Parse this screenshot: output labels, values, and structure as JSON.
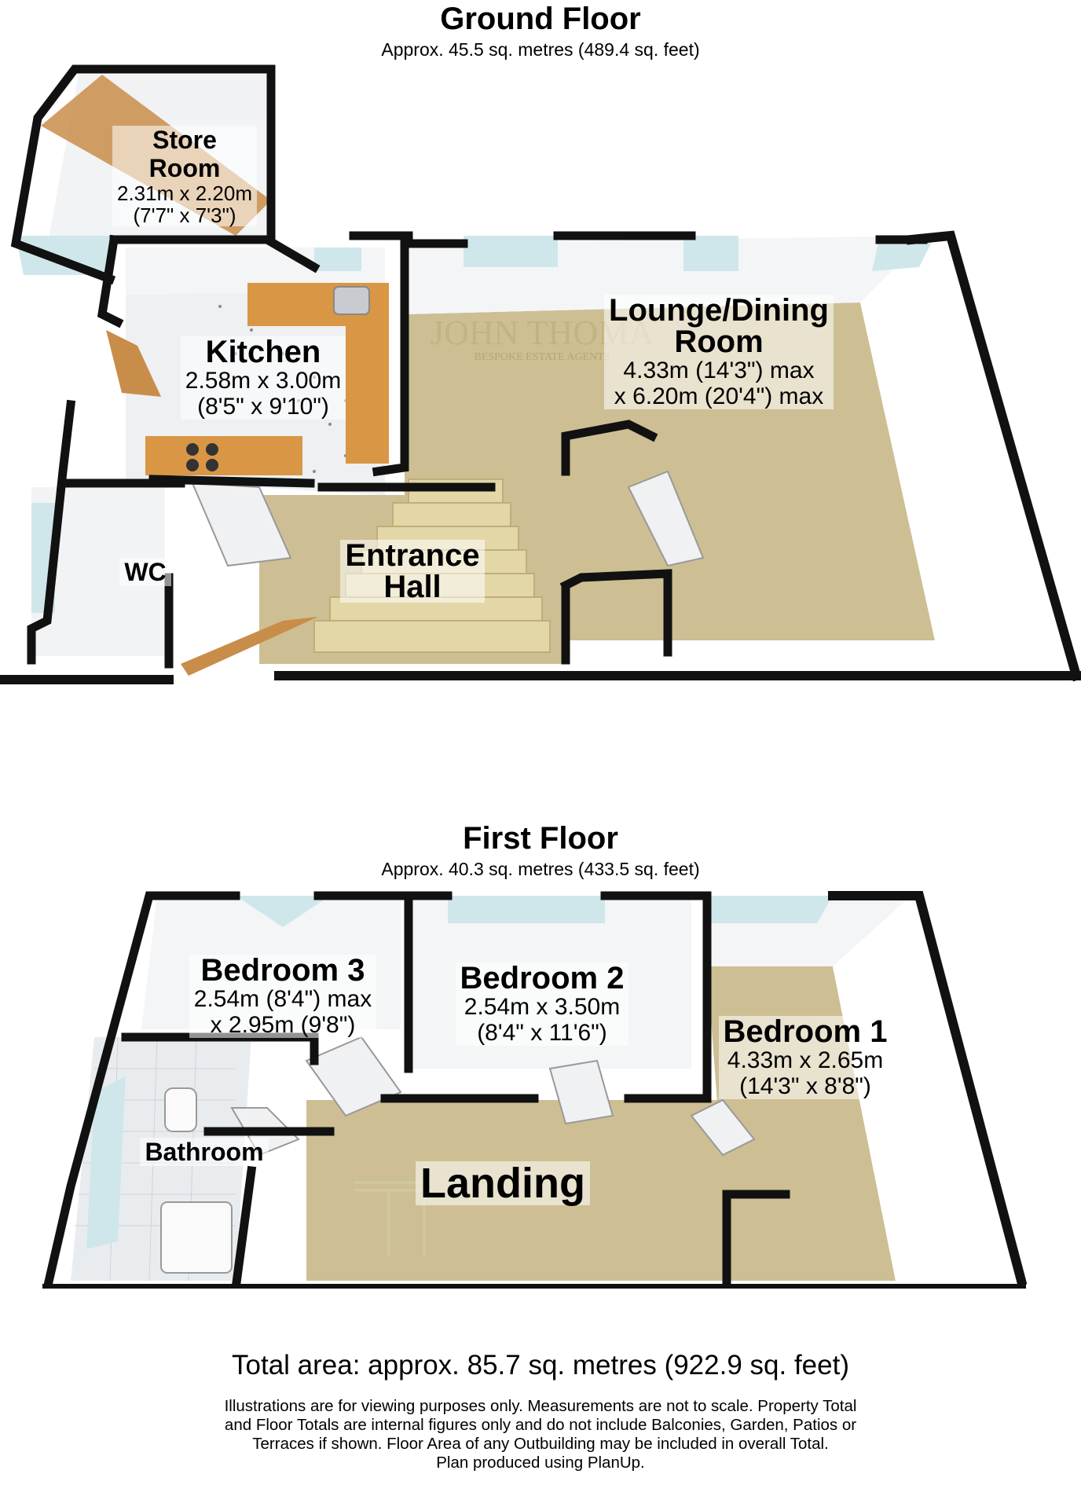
{
  "ground_floor": {
    "title": "Ground Floor",
    "area": "Approx. 45.5 sq. metres (489.4 sq. feet)",
    "rooms": {
      "store_room": {
        "name_line1": "Store",
        "name_line2": "Room",
        "dim_line1": "2.31m x 2.20m",
        "dim_line2": "(7'7\" x 7'3\")"
      },
      "kitchen": {
        "name": "Kitchen",
        "dim_line1": "2.58m x 3.00m",
        "dim_line2": "(8'5\" x 9'10\")"
      },
      "lounge": {
        "name_line1": "Lounge/Dining",
        "name_line2": "Room",
        "dim_line1": "4.33m (14'3\") max",
        "dim_line2": "x 6.20m (20'4\") max"
      },
      "wc": {
        "name": "WC"
      },
      "entrance_hall": {
        "name_line1": "Entrance",
        "name_line2": "Hall"
      }
    },
    "watermark": {
      "line1": "JOHN THOMA",
      "line2": "BESPOKE ESTATE AGENTS"
    }
  },
  "first_floor": {
    "title": "First Floor",
    "area": "Approx. 40.3 sq. metres (433.5 sq. feet)",
    "rooms": {
      "bedroom3": {
        "name": "Bedroom 3",
        "dim_line1": "2.54m (8'4\") max",
        "dim_line2": "x 2.95m (9'8\")"
      },
      "bedroom2": {
        "name": "Bedroom 2",
        "dim_line1": "2.54m x 3.50m",
        "dim_line2": "(8'4\" x 11'6\")"
      },
      "bedroom1": {
        "name": "Bedroom 1",
        "dim_line1": "4.33m x 2.65m",
        "dim_line2": "(14'3\" x 8'8\")"
      },
      "bathroom": {
        "name": "Bathroom"
      },
      "landing": {
        "name": "Landing"
      }
    }
  },
  "footer": {
    "total": "Total area: approx. 85.7 sq. metres (922.9 sq. feet)",
    "disclaimer_lines": [
      "Illustrations are for viewing purposes only. Measurements are not to scale. Property Total",
      "and Floor Totals are internal figures only and do not include Balconies, Garden, Patios or",
      "Terraces if shown. Floor Area of any Outbuilding may be included in overall Total.",
      "Plan produced using PlanUp."
    ]
  },
  "colors": {
    "carpet": "#cdbf93",
    "wall_top": "#111111",
    "wall_face": "#f4f5f7",
    "window": "#cfe7ea",
    "worktop": "#d99645",
    "tile": "#e9ecef",
    "door": "#c98d4a"
  }
}
